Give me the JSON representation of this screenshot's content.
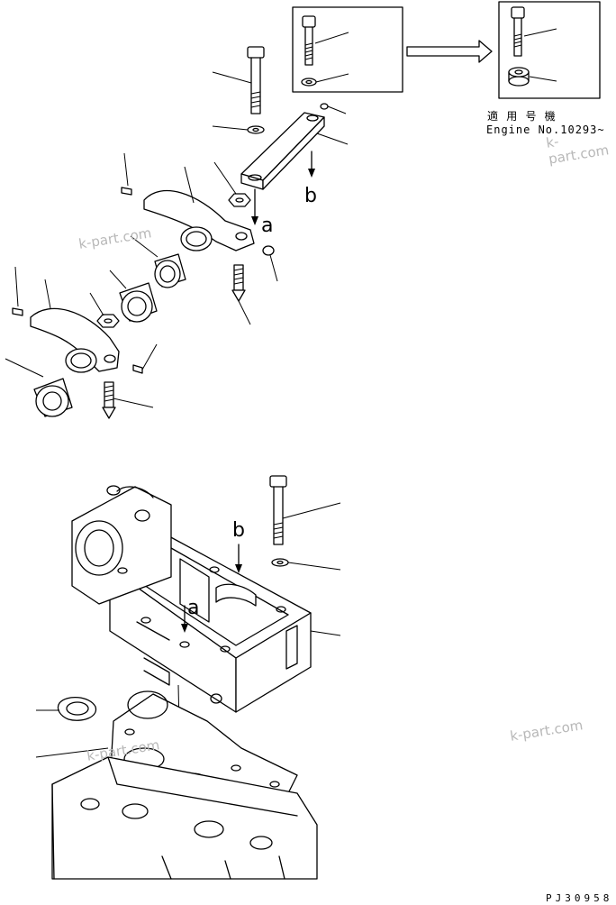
{
  "applicability": {
    "label_jp": "適 用 号 機",
    "label_en": "Engine No.10293~"
  },
  "callouts": {
    "a_upper": "a",
    "b_upper": "b",
    "a_lower": "a",
    "b_lower": "b"
  },
  "drawing_code": "PJ30958",
  "watermarks": [
    "k-part.com",
    "k-part.com",
    "k-part.com",
    "k-part.com"
  ]
}
